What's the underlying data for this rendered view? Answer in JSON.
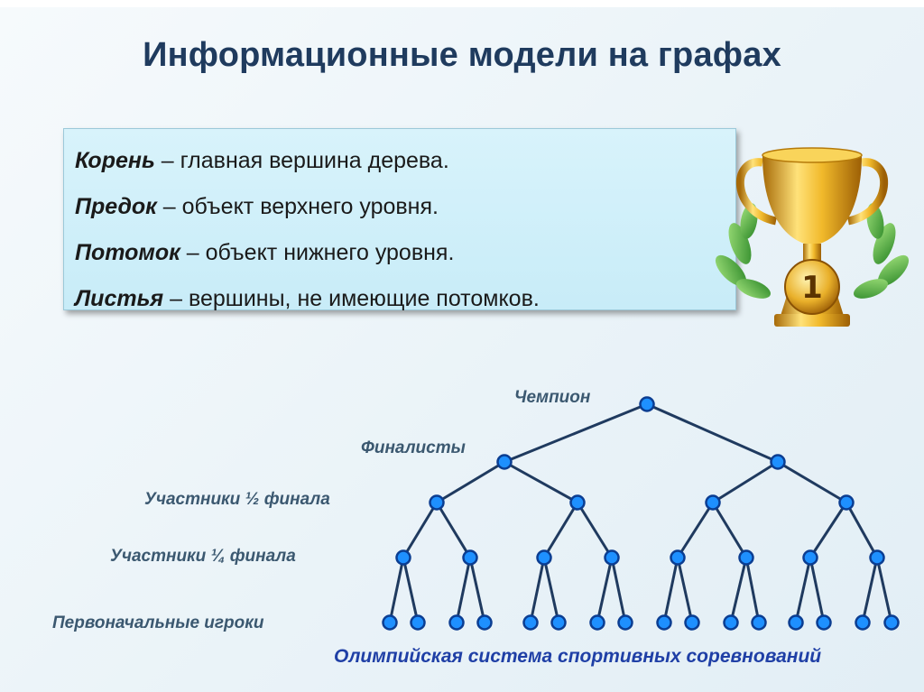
{
  "title": "Информационные модели на графах",
  "definitions": [
    {
      "term": "Корень",
      "text": " – главная вершина дерева."
    },
    {
      "term": "Предок",
      "text": " – объект верхнего уровня."
    },
    {
      "term": "Потомок",
      "text": " – объект нижнего уровня."
    },
    {
      "term": "Листья",
      "text": " – вершины, не имеющие потомков."
    }
  ],
  "trophy": {
    "number": "1"
  },
  "tree": {
    "levels": [
      {
        "label": "Чемпион",
        "nodes": 1
      },
      {
        "label": "Финалисты",
        "nodes": 2
      },
      {
        "label": "Участники ½ финала",
        "nodes": 4
      },
      {
        "label": "Участники ¼ финала",
        "nodes": 8
      },
      {
        "label": "Первоначальные игроки",
        "nodes": 16
      }
    ],
    "caption": "Олимпийская система спортивных соревнований",
    "colors": {
      "edge": "#1f3a5f",
      "node_fill": "#1e90ff",
      "node_stroke": "#0b3d91",
      "label": "#3b5870"
    }
  }
}
